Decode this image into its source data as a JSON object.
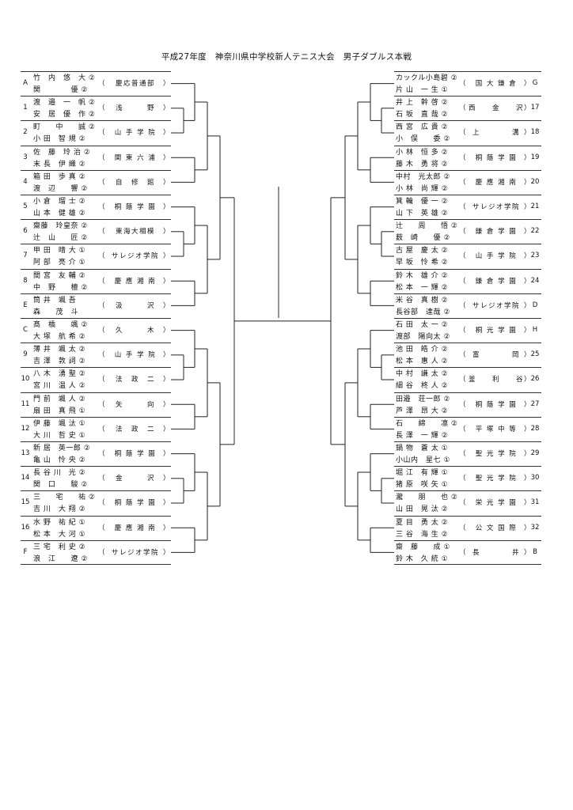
{
  "title": "平成27年度　神奈川県中学校新人テニス大会　男子ダブルス本戦",
  "left": [
    {
      "seed": "A",
      "p1": "竹　内　悠　大 ②",
      "p2": "関　　　　優 ②",
      "school": "慶応普通部"
    },
    {
      "seed": "1",
      "p1": "渡　邉　一　帆 ②",
      "p2": "安　居　優　作 ②",
      "school": "浅　　　野"
    },
    {
      "seed": "2",
      "p1": "町　　中　　誠 ②",
      "p2": "小 田　智 規 ②",
      "school": "山 手 学 院"
    },
    {
      "seed": "3",
      "p1": "佐　藤　玲 治 ②",
      "p2": "末 長　伊 織 ②",
      "school": "関 東 六 浦"
    },
    {
      "seed": "4",
      "p1": "箱 田　歩 真 ②",
      "p2": "渡　辺　　響 ②",
      "school": "自　修　館"
    },
    {
      "seed": "5",
      "p1": "小 倉　瑠 士 ②",
      "p2": "山 本　健 雄 ②",
      "school": "桐 蔭 学 園"
    },
    {
      "seed": "6",
      "p1": "齋藤　玲皇奈 ②",
      "p2": "辻　山　　匠 ②",
      "school": "東海大相模"
    },
    {
      "seed": "7",
      "p1": "甲 田　晴 大 ①",
      "p2": "阿 部　亮 介 ①",
      "school": "サレジオ学院"
    },
    {
      "seed": "8",
      "p1": "間 宮　友 輔 ②",
      "p2": "中　野　　檀 ②",
      "school": "慶 應 湘 南"
    },
    {
      "seed": "E",
      "p1": "筒 井　颯 吾",
      "p2": "森　　茂　斗",
      "school": "汲　　　沢"
    },
    {
      "seed": "C",
      "p1": "髙　橋　　颯 ②",
      "p2": "大 塚　航 希 ②",
      "school": "久　　　木"
    },
    {
      "seed": "9",
      "p1": "薄 井　颯 太 ②",
      "p2": "吉 澤　敦 詞 ②",
      "school": "山 手 学 院"
    },
    {
      "seed": "10",
      "p1": "八 木　湧 聖 ②",
      "p2": "宮 川　温 人 ②",
      "school": "法　政　二"
    },
    {
      "seed": "11",
      "p1": "門 前　颯 人 ②",
      "p2": "扇 田　真 飛 ①",
      "school": "矢　　　向"
    },
    {
      "seed": "12",
      "p1": "伊 藤　颯 汰 ①",
      "p2": "大 川　哲 史 ①",
      "school": "法　政　二"
    },
    {
      "seed": "13",
      "p1": "新 居　英一郎 ②",
      "p2": "亀 山　怜 央 ②",
      "school": "桐 蔭 学 園"
    },
    {
      "seed": "14",
      "p1": "長 谷 川　光 ②",
      "p2": "関　口　　駿 ②",
      "school": "金　　　沢"
    },
    {
      "seed": "15",
      "p1": "三　　宅　　祐 ②",
      "p2": "吉 川　大 翔 ②",
      "school": "桐 蔭 学 園"
    },
    {
      "seed": "16",
      "p1": "水 野　祐 紀 ①",
      "p2": "松 本　大 河 ①",
      "school": "慶 應 湘 南"
    },
    {
      "seed": "F",
      "p1": "三 宅　利 史 ②",
      "p2": "浪　江　　遼 ②",
      "school": "サレジオ学院"
    }
  ],
  "right": [
    {
      "seed": "G",
      "p1": "カックル小島碧 ②",
      "p2": "片 山　一 生 ①",
      "school": "国 大 鎌 倉"
    },
    {
      "seed": "17",
      "p1": "井 上　幹 啓 ②",
      "p2": "石 坂　直 哉 ②",
      "school": "西　　金　　沢"
    },
    {
      "seed": "18",
      "p1": "西 宮　広 貴 ②",
      "p2": "小　俣　　委 ②",
      "school": "上　　　　溝"
    },
    {
      "seed": "19",
      "p1": "小 林　恒 多 ②",
      "p2": "藤 木　勇 将 ②",
      "school": "桐 蔭 学 園"
    },
    {
      "seed": "20",
      "p1": "中村　光太郎 ②",
      "p2": "小 林　尚 輝 ②",
      "school": "慶 應 湘 南"
    },
    {
      "seed": "21",
      "p1": "箕 輪　優 一 ②",
      "p2": "山 下　英 雄 ②",
      "school": "サレジオ学院"
    },
    {
      "seed": "22",
      "p1": "辻　　周　　悟 ②",
      "p2": "薮　崎　　優 ②",
      "school": "鎌 倉 学 園"
    },
    {
      "seed": "23",
      "p1": "古 屋　慶 太 ②",
      "p2": "早 坂　怜 希 ②",
      "school": "山 手 学 院"
    },
    {
      "seed": "24",
      "p1": "鈴 木　雄 介 ②",
      "p2": "松 本　一 輝 ②",
      "school": "鎌 倉 学 園"
    },
    {
      "seed": "D",
      "p1": "米 谷　真 樹 ②",
      "p2": "長谷部　達哉 ②",
      "school": "サレジオ学院"
    },
    {
      "seed": "H",
      "p1": "石 田　太 一 ②",
      "p2": "渡部　陽向太 ②",
      "school": "桐 光 学 園"
    },
    {
      "seed": "25",
      "p1": "池 田　皓 介 ②",
      "p2": "松 本　惠 人 ②",
      "school": "富　　　　岡"
    },
    {
      "seed": "26",
      "p1": "中 村　謙 太 ②",
      "p2": "細 谷　柊 人 ②",
      "school": "釜　　利　　谷"
    },
    {
      "seed": "27",
      "p1": "田邉　荘一郎 ②",
      "p2": "芦 澤　昂 大 ②",
      "school": "桐 蔭 学 園"
    },
    {
      "seed": "28",
      "p1": "石　　綿　　凛 ②",
      "p2": "長 澤　一 輝 ②",
      "school": "平 塚 中 等"
    },
    {
      "seed": "29",
      "p1": "鍋 物　蒼 太 ①",
      "p2": "小山内　星七 ①",
      "school": "聖 光 学 院"
    },
    {
      "seed": "30",
      "p1": "堀 江　有 輝 ①",
      "p2": "猪 原　咲 矢 ①",
      "school": "聖 光 学 院"
    },
    {
      "seed": "31",
      "p1": "瀧　　朋　　也 ②",
      "p2": "山 田　晃 汰 ②",
      "school": "栄 光 学 園"
    },
    {
      "seed": "32",
      "p1": "夏 目　勇 太 ②",
      "p2": "三 谷　海 生 ②",
      "school": "公 文 国 際"
    },
    {
      "seed": "B",
      "p1": "齋　藤　　成 ①",
      "p2": "鈴 木　久 統 ①",
      "school": "長　　　　井"
    }
  ],
  "school_bracket_open": "（",
  "school_bracket_close": "）"
}
